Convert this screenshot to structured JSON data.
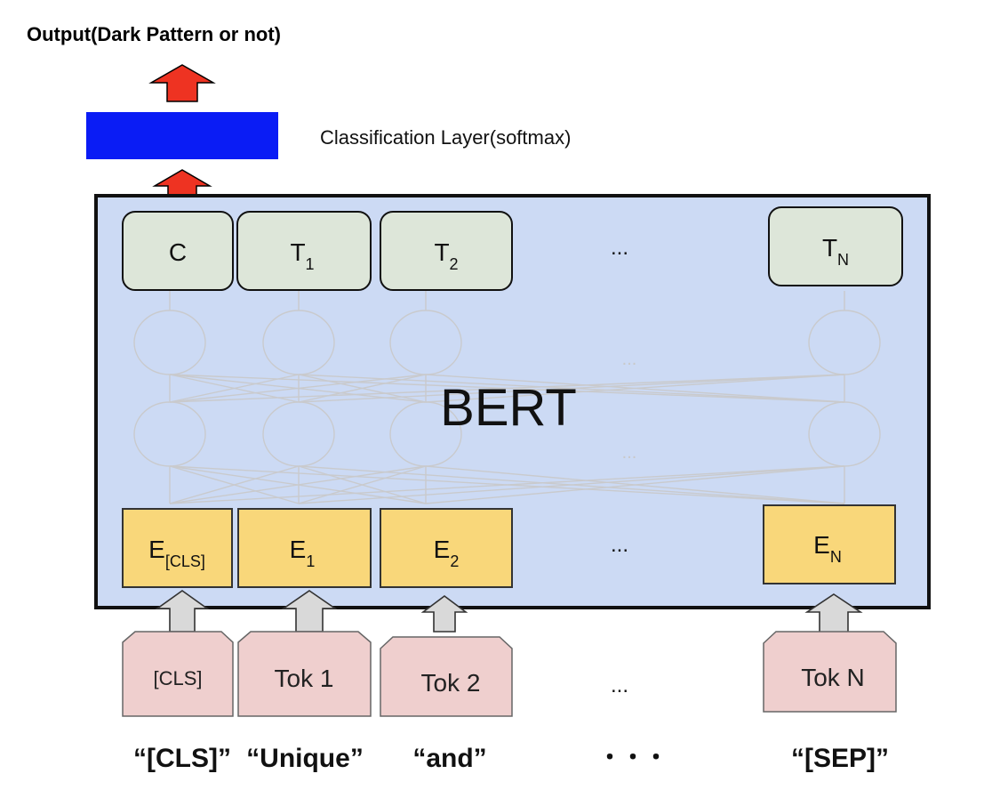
{
  "header": {
    "output_label": "Output(Dark Pattern or not)",
    "classification_label": "Classification Layer(softmax)"
  },
  "model": {
    "title": "BERT",
    "outputs": [
      {
        "main": "C",
        "sub": ""
      },
      {
        "main": "T",
        "sub": "1"
      },
      {
        "main": "T",
        "sub": "2"
      },
      {
        "main": "T",
        "sub": "N"
      }
    ],
    "output_ellipsis": "...",
    "hidden_ellipsis_top": "...",
    "hidden_ellipsis_bottom": "...",
    "embeddings": [
      {
        "main": "E",
        "sub": "[CLS]"
      },
      {
        "main": "E",
        "sub": "1"
      },
      {
        "main": "E",
        "sub": "2"
      },
      {
        "main": "E",
        "sub": "N"
      }
    ],
    "embedding_ellipsis": "..."
  },
  "tokens": {
    "items": [
      "[CLS]",
      "Tok 1",
      "Tok 2",
      "Tok N"
    ],
    "ellipsis": "..."
  },
  "words": {
    "items": [
      "“[CLS]”",
      "“Unique”",
      "“and”",
      "“[SEP]”"
    ],
    "ellipsis": "・・・"
  },
  "colors": {
    "bert_box": "#ccdaf4",
    "output_node": "#dde6d9",
    "embedding_node": "#f9d77a",
    "token_node": "#efcfce",
    "classification_bar": "#0a1cf5",
    "up_arrow_red": "#ee3322",
    "up_arrow_gray": "#d9d9d9"
  }
}
